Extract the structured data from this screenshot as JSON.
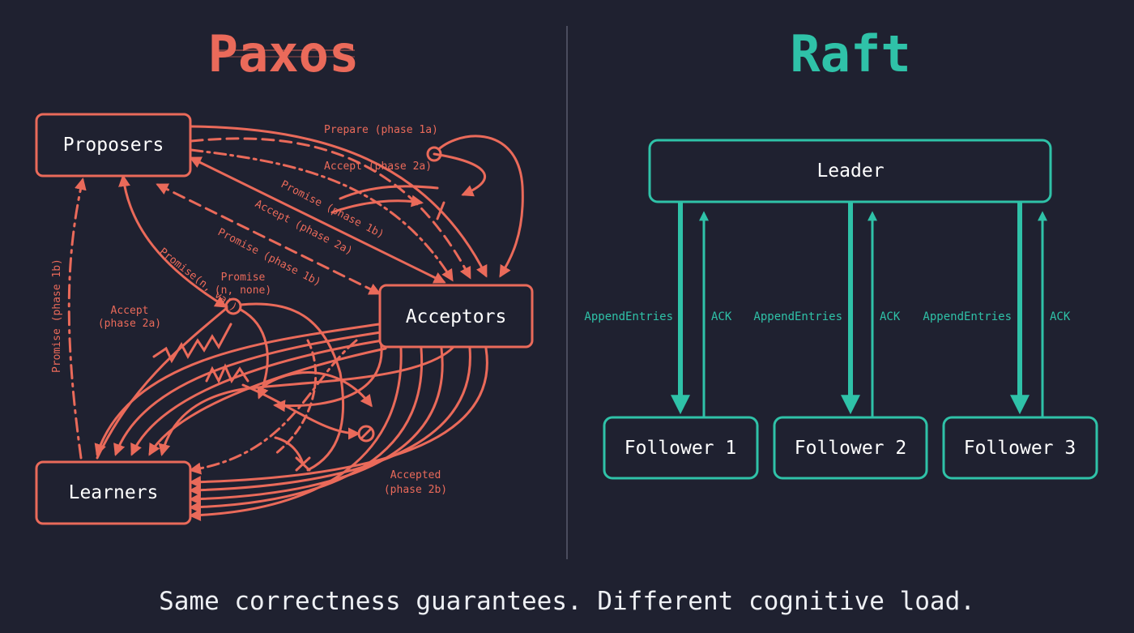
{
  "colors": {
    "background": "#1f2130",
    "paxos": "#ea6a5a",
    "raft": "#2fc2a8",
    "divider": "#4a4d5e",
    "caption": "#eef0f4",
    "node_text": "#ffffff"
  },
  "paxos": {
    "title": "Paxos",
    "nodes": {
      "proposers": "Proposers",
      "acceptors": "Acceptors",
      "learners": "Learners"
    },
    "labels": {
      "prepare": "Prepare (phase 1a)",
      "accept_top": "Accept (phase 2a)",
      "promise_1": "Promise (phase 1b)",
      "accept_mid": "Accept (phase 2a)",
      "promise_2": "Promise (phase 1b)",
      "promise_val": "Promise(n, val)",
      "promise_none_1": "Promise",
      "promise_none_2": "(n, none)",
      "accept_left_1": "Accept",
      "accept_left_2": "(phase 2a)",
      "promise_vertical": "Promise (phase 1b)",
      "accepted_1": "Accepted",
      "accepted_2": "(phase 2b)"
    }
  },
  "raft": {
    "title": "Raft",
    "leader": "Leader",
    "followers": [
      "Follower 1",
      "Follower 2",
      "Follower 3"
    ],
    "append_label": "AppendEntries",
    "ack_label": "ACK"
  },
  "caption": "Same correctness guarantees. Different cognitive load."
}
